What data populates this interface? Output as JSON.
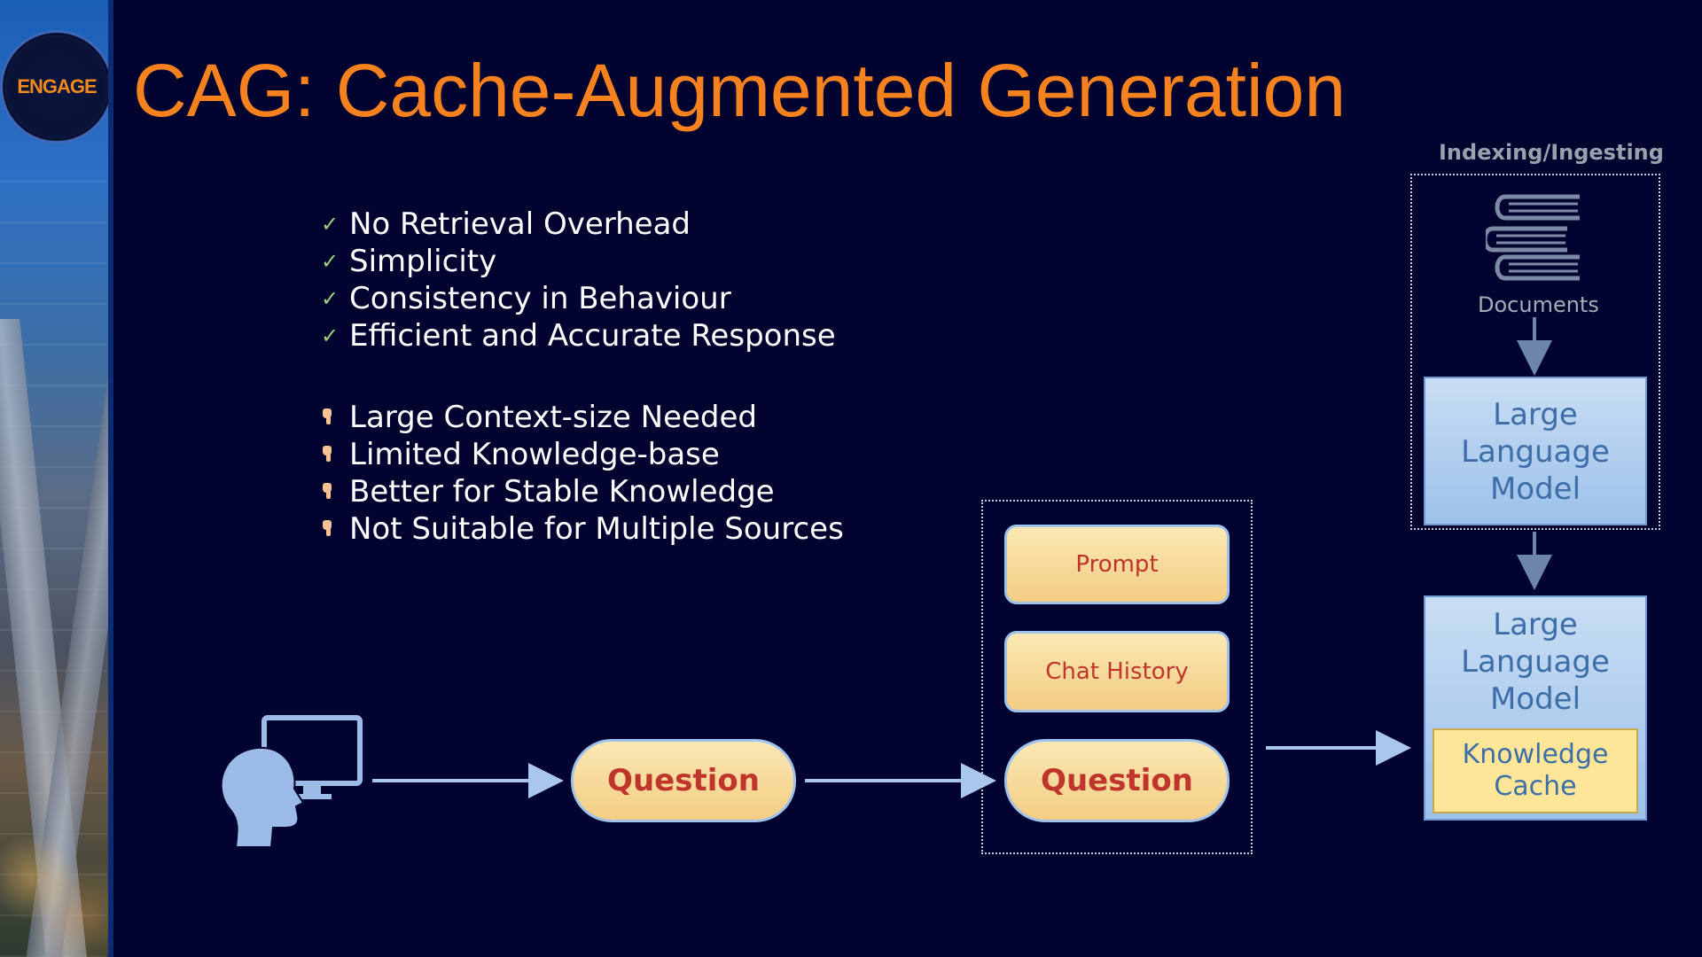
{
  "logo": {
    "text": "ENGAGE"
  },
  "title": "CAG: Cache-Augmented Generation",
  "advantages": [
    "No Retrieval Overhead",
    "Simplicity",
    "Consistency in Behaviour",
    "Efficient and Accurate Response"
  ],
  "disadvantages": [
    "Large Context-size Needed",
    "Limited Knowledge-base",
    "Better for Stable Knowledge",
    "Not Suitable for Multiple Sources"
  ],
  "pros_mark": "✓",
  "diagram": {
    "question_left": "Question",
    "context_items": {
      "prompt": "Prompt",
      "chat_history": "Chat History",
      "question": "Question"
    },
    "indexing_label": "Indexing/Ingesting",
    "documents_label": "Documents",
    "llm_top": [
      "Large",
      "Language",
      "Model"
    ],
    "llm_bottom": [
      "Large",
      "Language",
      "Model"
    ],
    "knowledge_cache": [
      "Knowledge",
      "Cache"
    ]
  },
  "colors": {
    "background": "#02032e",
    "title": "#f5811f",
    "pill_text": "#c0352b",
    "arrow": "#a9c6ee",
    "llm_text": "#3d6ea8"
  }
}
